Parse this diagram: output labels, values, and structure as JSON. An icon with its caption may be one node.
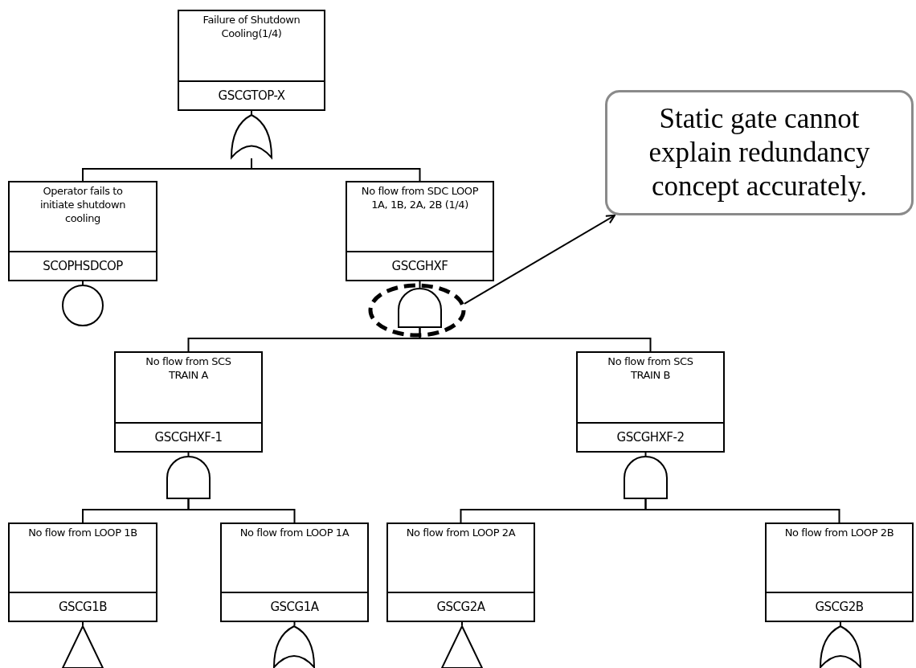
{
  "diagram": {
    "nodes": [
      {
        "text": [
          "Failure of Shutdown Cooling(1/4)",
          "GSCGTOP-X"
        ]
      },
      {
        "text": [],
        "shape": "or-gate"
      },
      {
        "text": [
          "Operator fails to initiate shutdown cooling",
          "SCOPHSDCOP"
        ]
      },
      {
        "text": [
          "No flow from SDC LOOP 1A, 1B, 2A, 2B (1/4)",
          "GSCGHXF"
        ]
      },
      {
        "text": [
          "Static gate cannot explain redundancy concept accurately."
        ]
      },
      {
        "text": [],
        "shape": "circle"
      },
      {
        "text": [],
        "shape": "ring"
      },
      {
        "text": [],
        "shape": "and-gate",
        "in": 6
      },
      {
        "text": [
          "No flow from SCS TRAIN A",
          "GSCGHXF-1"
        ]
      },
      {
        "text": [
          "No flow from SCS TRAIN B",
          "GSCGHXF-2"
        ]
      },
      {
        "text": [],
        "shape": "and-gate"
      },
      {
        "text": [],
        "shape": "and-gate"
      },
      {
        "text": [
          "No flow from LOOP 1B",
          "GSCG1B"
        ]
      },
      {
        "text": [
          "No flow from LOOP 1A",
          "GSCG1A"
        ]
      },
      {
        "text": [
          "No flow from LOOP 2A",
          "GSCG2A"
        ]
      },
      {
        "text": [
          "No flow from LOOP 2B",
          "GSCG2B"
        ]
      },
      {
        "text": [],
        "shape": "triangle"
      },
      {
        "text": [],
        "shape": "or-gate"
      },
      {
        "text": [],
        "shape": "triangle"
      },
      {
        "text": [],
        "shape": "or-gate"
      }
    ],
    "edges": [
      {
        "from": 0,
        "to": 1,
        "arrow": "none"
      },
      {
        "from": 1,
        "to": 2,
        "arrow": "none"
      },
      {
        "from": 1,
        "to": 3,
        "arrow": "none"
      },
      {
        "from": 2,
        "to": 5,
        "arrow": "none"
      },
      {
        "from": 3,
        "to": 7,
        "arrow": "none"
      },
      {
        "from": 7,
        "to": 8,
        "arrow": "none"
      },
      {
        "from": 7,
        "to": 9,
        "arrow": "none"
      },
      {
        "from": 8,
        "to": 10,
        "arrow": "none"
      },
      {
        "from": 9,
        "to": 11,
        "arrow": "none"
      },
      {
        "from": 10,
        "to": 12,
        "arrow": "none"
      },
      {
        "from": 10,
        "to": 13,
        "arrow": "none"
      },
      {
        "from": 11,
        "to": 14,
        "arrow": "none"
      },
      {
        "from": 11,
        "to": 15,
        "arrow": "none"
      },
      {
        "from": 12,
        "to": 16,
        "arrow": "none"
      },
      {
        "from": 13,
        "to": 17,
        "arrow": "none"
      },
      {
        "from": 14,
        "to": 18,
        "arrow": "none"
      },
      {
        "from": 15,
        "to": 19,
        "arrow": "none"
      },
      {
        "from": 6,
        "to": 4,
        "arrow": "to"
      }
    ]
  }
}
